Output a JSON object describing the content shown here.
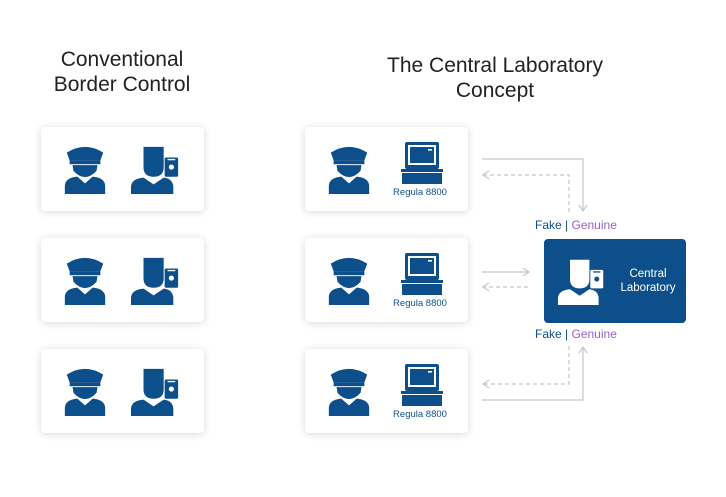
{
  "left_title": [
    "Conventional",
    "Border Control"
  ],
  "right_title": [
    "The Central Laboratory",
    "Concept"
  ],
  "device_label": "Regula 8800",
  "lab_label": [
    "Central",
    "Laboratory"
  ],
  "verdict": {
    "fake": "Fake",
    "separator": "|",
    "genuine": "Genuine"
  },
  "colors": {
    "primary": "#0d4f8b",
    "accent": "#9a5fc8",
    "arrow": "#c8c8c8"
  },
  "icons": [
    "officer-icon",
    "passport-holder-icon",
    "regula-device-icon"
  ]
}
